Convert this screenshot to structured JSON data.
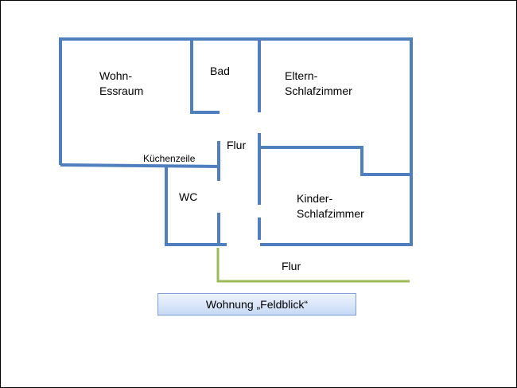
{
  "colors": {
    "wall": "#4f7fbe",
    "corridor_line": "#9bbb59",
    "title_border": "#7f9fd4"
  },
  "labels": {
    "wohn_line1": "Wohn-",
    "wohn_line2": "Essraum",
    "bad": "Bad",
    "eltern_line1": "Eltern-",
    "eltern_line2": "Schlafzimmer",
    "flur_inner": "Flur",
    "kuechenzeile": "Küchenzeile",
    "wc": "WC",
    "kinder_line1": "Kinder-",
    "kinder_line2": "Schlafzimmer",
    "flur_outer": "Flur"
  },
  "title": "Wohnung „Feldblick“"
}
